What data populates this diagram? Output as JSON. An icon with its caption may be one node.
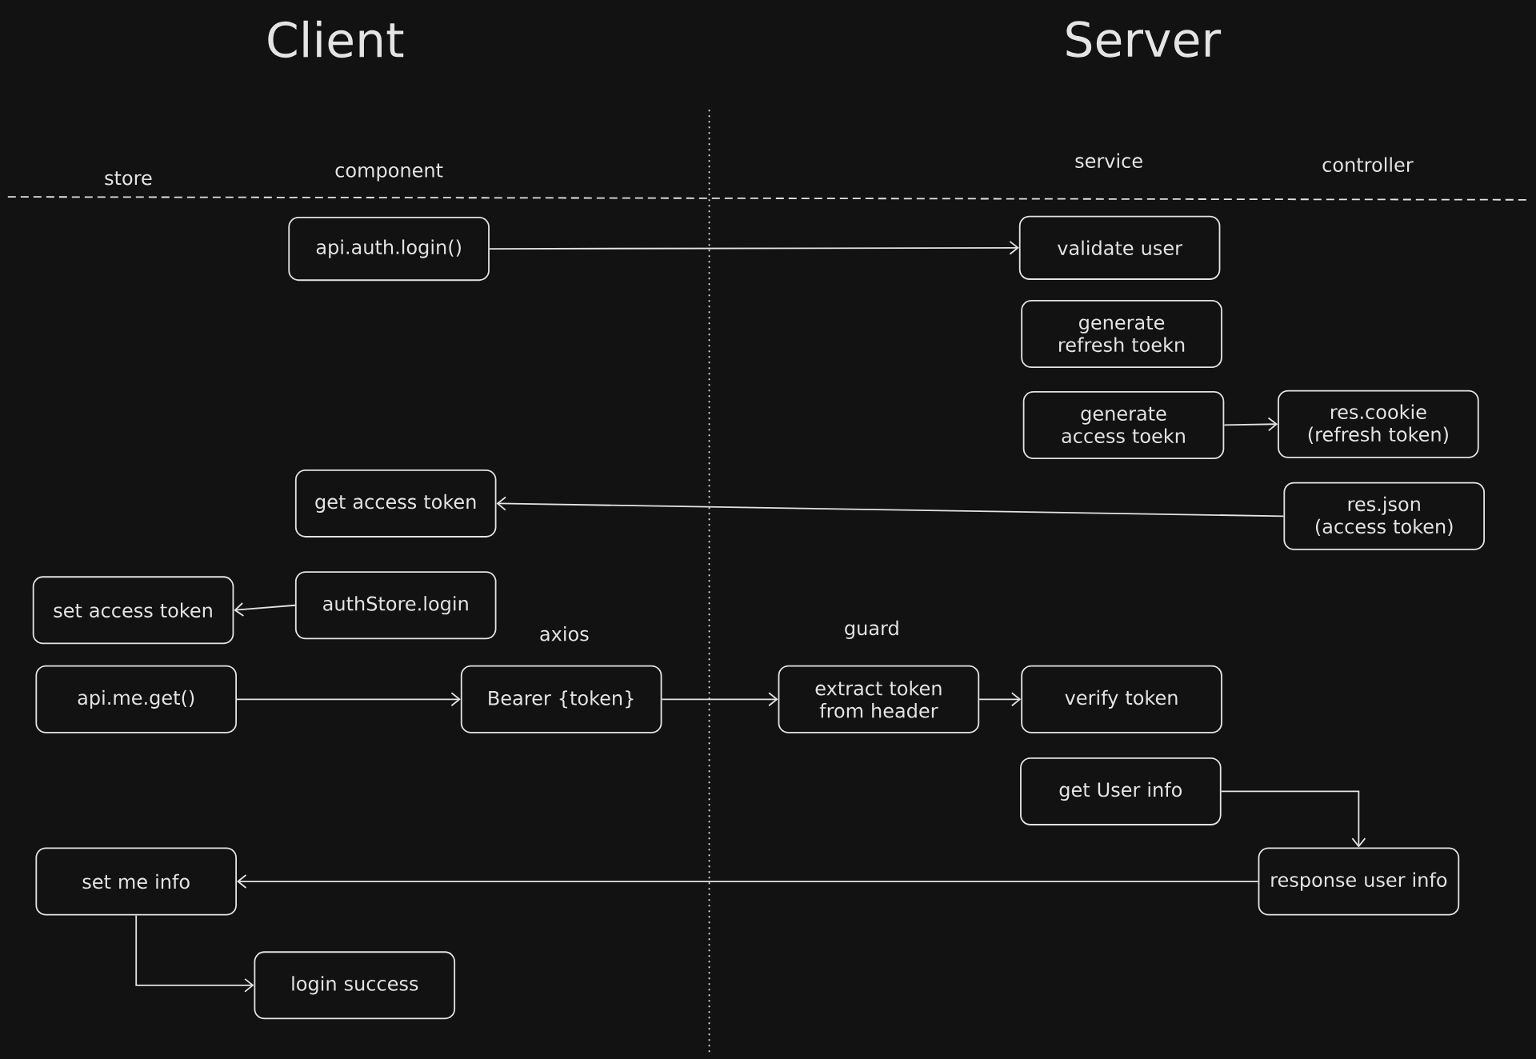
{
  "diagram": {
    "nodes": [
      {
        "text": [
          "api.auth.login()"
        ]
      },
      {
        "text": [
          "validate user"
        ]
      },
      {
        "text": [
          "generate refresh toekn"
        ]
      },
      {
        "text": [
          "generate access toekn"
        ]
      },
      {
        "text": [
          "res.cookie (refresh token)"
        ]
      },
      {
        "text": [
          "get access token"
        ]
      },
      {
        "text": [
          "res.json (access token)"
        ]
      },
      {
        "text": [
          "authStore.login"
        ]
      },
      {
        "text": [
          "set access token"
        ]
      },
      {
        "text": [
          "api.me.get()"
        ]
      },
      {
        "text": [
          "Bearer {token}"
        ]
      },
      {
        "text": [
          "extract token from header"
        ]
      },
      {
        "text": [
          "verify token"
        ]
      },
      {
        "text": [
          "get User info"
        ]
      },
      {
        "text": [
          "response user info"
        ]
      },
      {
        "text": [
          "set me info"
        ]
      },
      {
        "text": [
          "login success"
        ]
      }
    ],
    "edges": [
      {
        "from": 0,
        "to": 1,
        "arrow": "to"
      },
      {
        "from": 3,
        "to": 4,
        "arrow": "to"
      },
      {
        "from": 6,
        "to": 5,
        "arrow": "to"
      },
      {
        "from": 7,
        "to": 8,
        "arrow": "to"
      },
      {
        "from": 9,
        "to": 10,
        "arrow": "to"
      },
      {
        "from": 10,
        "to": 11,
        "arrow": "to"
      },
      {
        "from": 11,
        "to": 12,
        "arrow": "to"
      },
      {
        "from": 13,
        "to": 14,
        "arrow": "to"
      },
      {
        "from": 14,
        "to": 15,
        "arrow": "to"
      },
      {
        "from": 15,
        "to": 16,
        "arrow": "to"
      }
    ],
    "labels": [
      "Client",
      "Server",
      "store",
      "component",
      "service",
      "controller",
      "axios",
      "guard"
    ]
  }
}
